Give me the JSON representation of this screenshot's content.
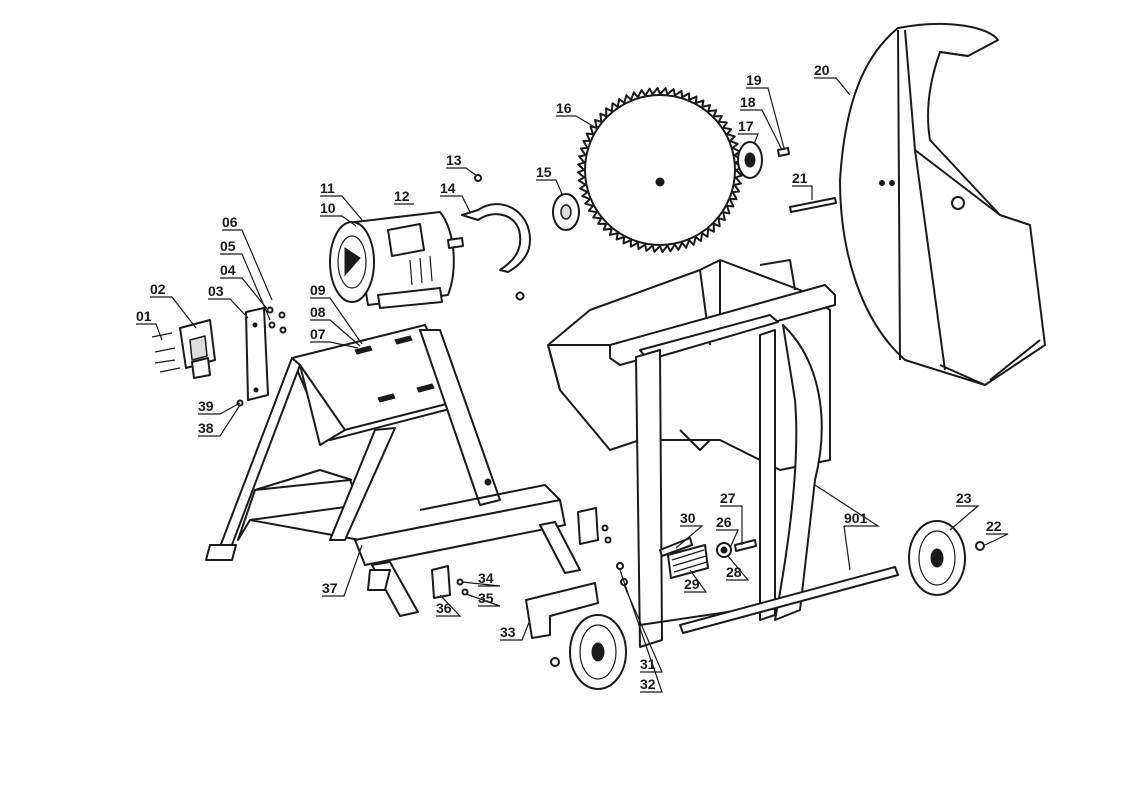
{
  "labels": [
    {
      "id": "01",
      "text": "01"
    },
    {
      "id": "02",
      "text": "02"
    },
    {
      "id": "03",
      "text": "03"
    },
    {
      "id": "04",
      "text": "04"
    },
    {
      "id": "05",
      "text": "05"
    },
    {
      "id": "06",
      "text": "06"
    },
    {
      "id": "07",
      "text": "07"
    },
    {
      "id": "08",
      "text": "08"
    },
    {
      "id": "09",
      "text": "09"
    },
    {
      "id": "10",
      "text": "10"
    },
    {
      "id": "11",
      "text": "11"
    },
    {
      "id": "12",
      "text": "12"
    },
    {
      "id": "13",
      "text": "13"
    },
    {
      "id": "14",
      "text": "14"
    },
    {
      "id": "15",
      "text": "15"
    },
    {
      "id": "16",
      "text": "16"
    },
    {
      "id": "17",
      "text": "17"
    },
    {
      "id": "18",
      "text": "18"
    },
    {
      "id": "19",
      "text": "19"
    },
    {
      "id": "20",
      "text": "20"
    },
    {
      "id": "21",
      "text": "21"
    },
    {
      "id": "22",
      "text": "22"
    },
    {
      "id": "23",
      "text": "23"
    },
    {
      "id": "26",
      "text": "26"
    },
    {
      "id": "27",
      "text": "27"
    },
    {
      "id": "28",
      "text": "28"
    },
    {
      "id": "29",
      "text": "29"
    },
    {
      "id": "30",
      "text": "30"
    },
    {
      "id": "31",
      "text": "31"
    },
    {
      "id": "32",
      "text": "32"
    },
    {
      "id": "33",
      "text": "33"
    },
    {
      "id": "34",
      "text": "34"
    },
    {
      "id": "35",
      "text": "35"
    },
    {
      "id": "36",
      "text": "36"
    },
    {
      "id": "37",
      "text": "37"
    },
    {
      "id": "38",
      "text": "38"
    },
    {
      "id": "39",
      "text": "39"
    },
    {
      "id": "901",
      "text": "901"
    }
  ]
}
